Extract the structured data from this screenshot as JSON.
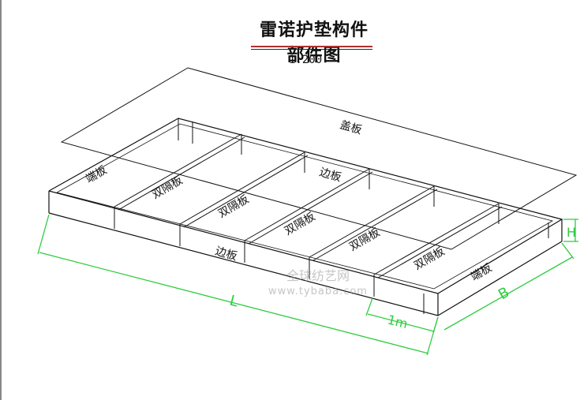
{
  "title": "雷诺护垫构件部件图",
  "scale": "1:200",
  "labels": {
    "lid": "盖板",
    "end_left": "端板",
    "end_right": "端板",
    "side_top": "边板",
    "side_bottom": "边板",
    "diaphragm_1": "双隔板",
    "diaphragm_2": "双隔板",
    "diaphragm_3": "双隔板",
    "diaphragm_4": "双隔板",
    "diaphragm_5": "双隔板"
  },
  "dimensions": {
    "length": "L",
    "width": "B",
    "height": "H",
    "cell": "1m"
  },
  "watermark": {
    "cn": "全球纺艺网",
    "url": "www.tybaba.com"
  },
  "colors": {
    "line": "#111111",
    "dimension": "#2ecc40",
    "title_rule": "#b03030"
  }
}
